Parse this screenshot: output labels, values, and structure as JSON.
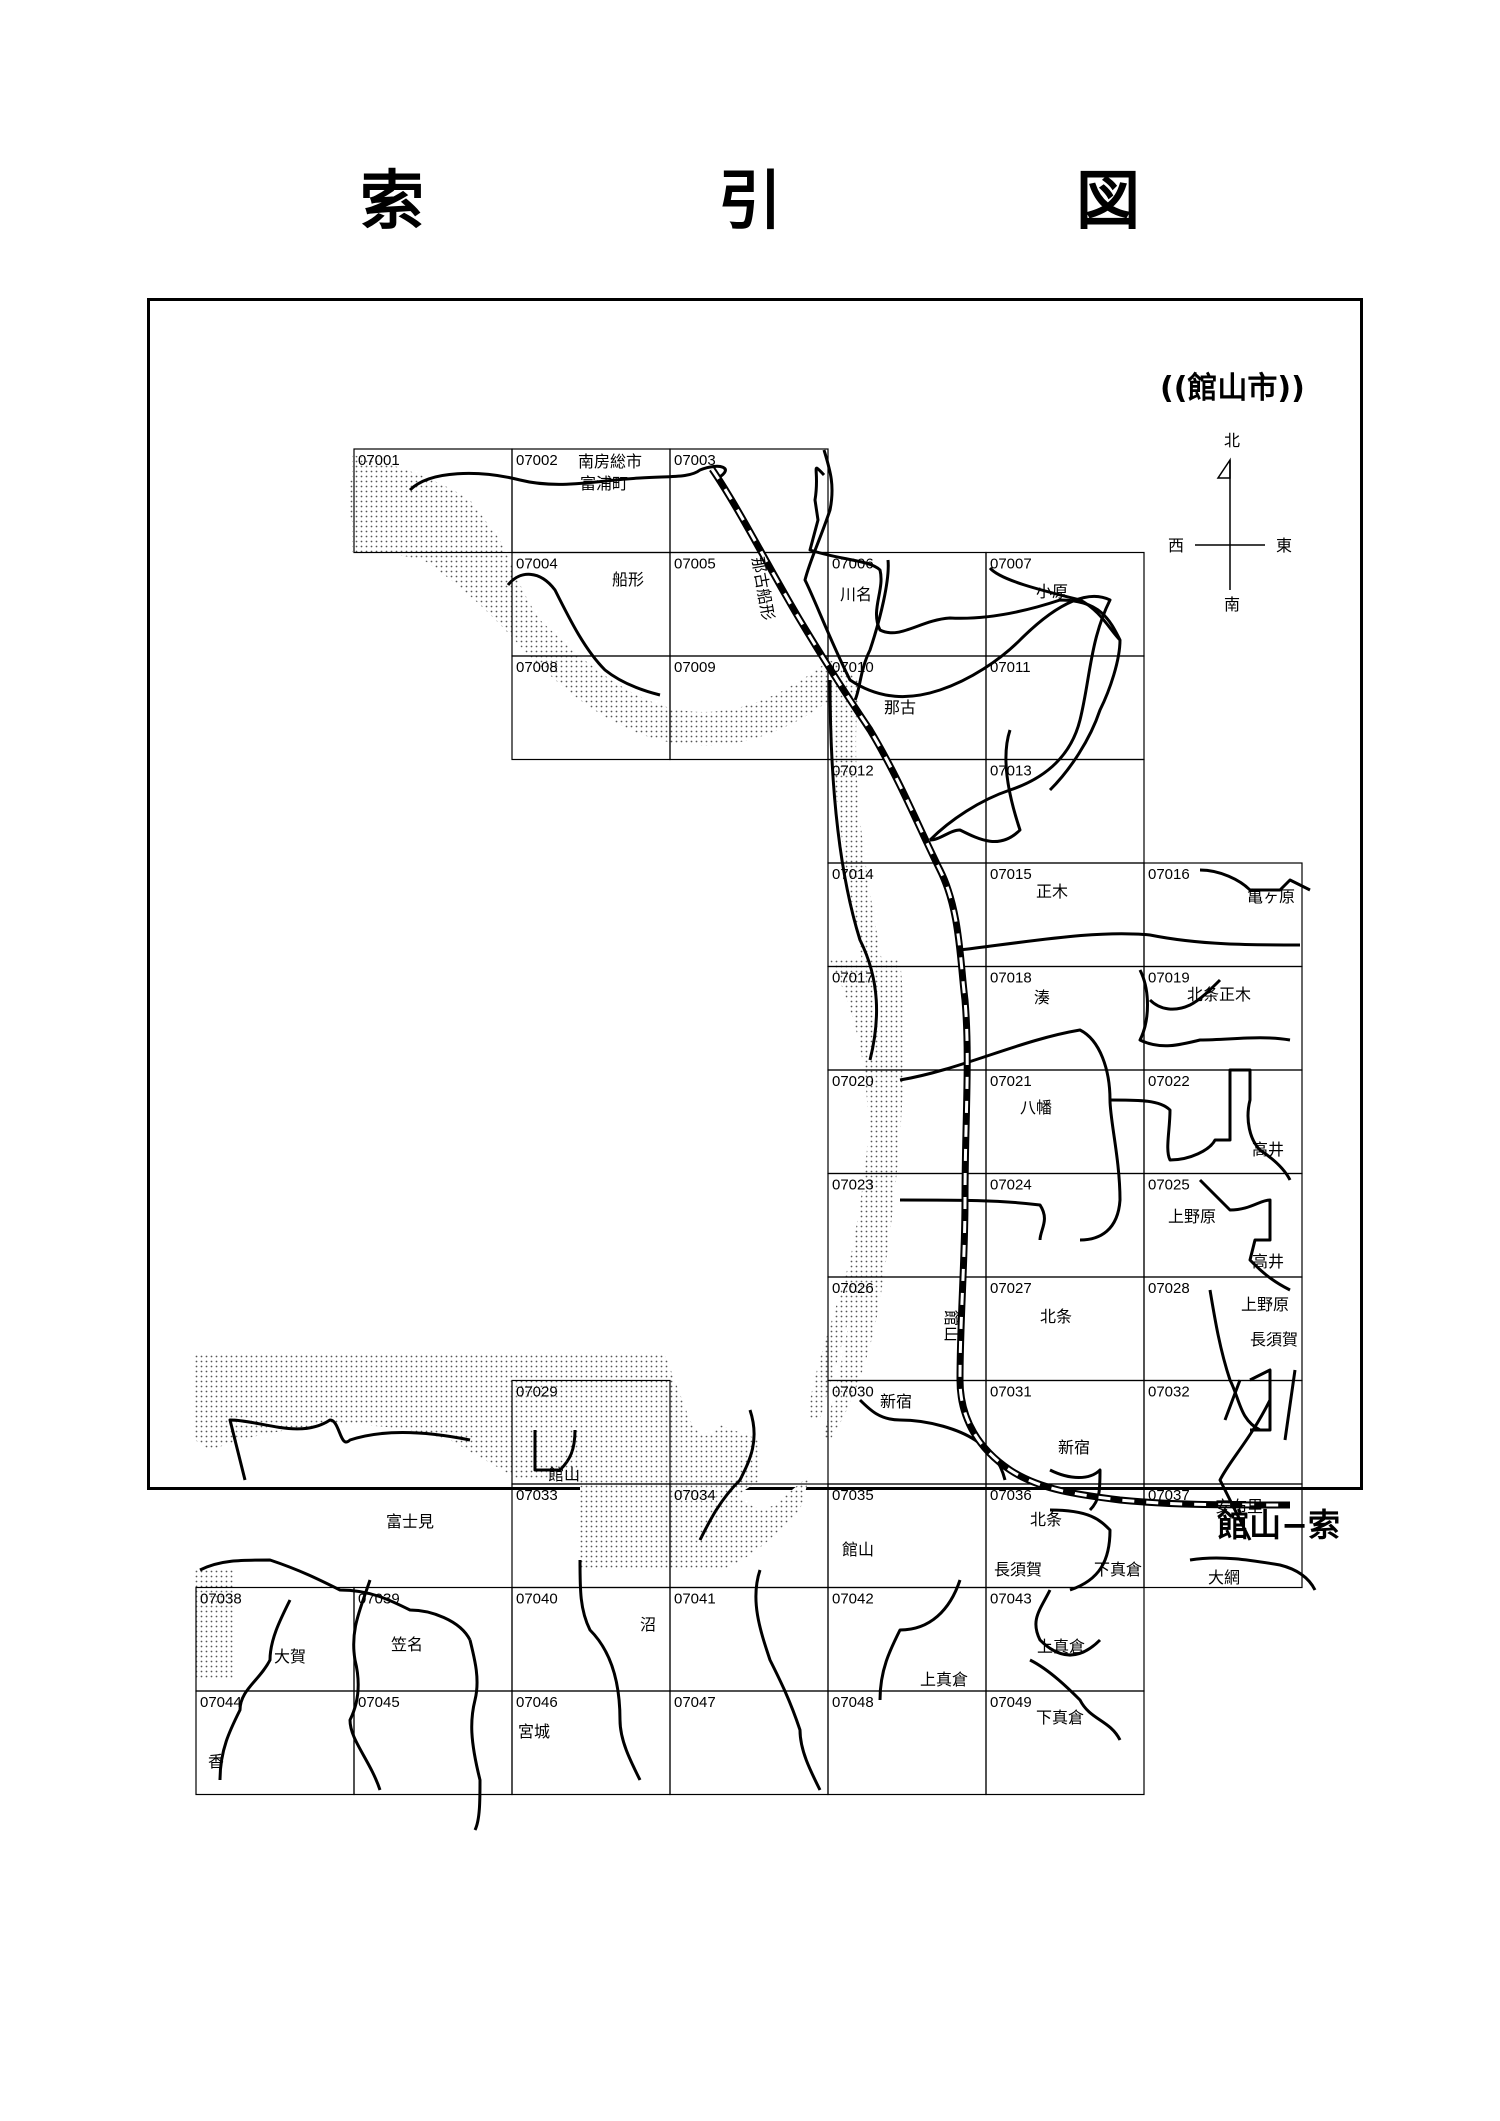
{
  "title": "索　引　図",
  "city_label": "((館山市))",
  "footer": "館山−索",
  "compass": {
    "north": "北",
    "south": "南",
    "east": "東",
    "west": "西"
  },
  "tiles": [
    {
      "code": "07001",
      "row": 0,
      "col": 1
    },
    {
      "code": "07002",
      "row": 0,
      "col": 2
    },
    {
      "code": "07003",
      "row": 0,
      "col": 3
    },
    {
      "code": "07004",
      "row": 1,
      "col": 2
    },
    {
      "code": "07005",
      "row": 1,
      "col": 3
    },
    {
      "code": "07006",
      "row": 1,
      "col": 4
    },
    {
      "code": "07007",
      "row": 1,
      "col": 5
    },
    {
      "code": "07008",
      "row": 2,
      "col": 2
    },
    {
      "code": "07009",
      "row": 2,
      "col": 3
    },
    {
      "code": "07010",
      "row": 2,
      "col": 4
    },
    {
      "code": "07011",
      "row": 2,
      "col": 5
    },
    {
      "code": "07012",
      "row": 3,
      "col": 4
    },
    {
      "code": "07013",
      "row": 3,
      "col": 5
    },
    {
      "code": "07014",
      "row": 4,
      "col": 4
    },
    {
      "code": "07015",
      "row": 4,
      "col": 5
    },
    {
      "code": "07016",
      "row": 4,
      "col": 6
    },
    {
      "code": "07017",
      "row": 5,
      "col": 4
    },
    {
      "code": "07018",
      "row": 5,
      "col": 5
    },
    {
      "code": "07019",
      "row": 5,
      "col": 6
    },
    {
      "code": "07020",
      "row": 6,
      "col": 4
    },
    {
      "code": "07021",
      "row": 6,
      "col": 5
    },
    {
      "code": "07022",
      "row": 6,
      "col": 6
    },
    {
      "code": "07023",
      "row": 7,
      "col": 4
    },
    {
      "code": "07024",
      "row": 7,
      "col": 5
    },
    {
      "code": "07025",
      "row": 7,
      "col": 6
    },
    {
      "code": "07026",
      "row": 8,
      "col": 4
    },
    {
      "code": "07027",
      "row": 8,
      "col": 5
    },
    {
      "code": "07028",
      "row": 8,
      "col": 6
    },
    {
      "code": "07029",
      "row": 9,
      "col": 2
    },
    {
      "code": "07030",
      "row": 9,
      "col": 4
    },
    {
      "code": "07031",
      "row": 9,
      "col": 5
    },
    {
      "code": "07032",
      "row": 9,
      "col": 6
    },
    {
      "code": "07033",
      "row": 10,
      "col": 2
    },
    {
      "code": "07034",
      "row": 10,
      "col": 3
    },
    {
      "code": "07035",
      "row": 10,
      "col": 4
    },
    {
      "code": "07036",
      "row": 10,
      "col": 5
    },
    {
      "code": "07037",
      "row": 10,
      "col": 6
    },
    {
      "code": "07038",
      "row": 11,
      "col": 0
    },
    {
      "code": "07039",
      "row": 11,
      "col": 1
    },
    {
      "code": "07040",
      "row": 11,
      "col": 2
    },
    {
      "code": "07041",
      "row": 11,
      "col": 3
    },
    {
      "code": "07042",
      "row": 11,
      "col": 4
    },
    {
      "code": "07043",
      "row": 11,
      "col": 5
    },
    {
      "code": "07044",
      "row": 12,
      "col": 0
    },
    {
      "code": "07045",
      "row": 12,
      "col": 1
    },
    {
      "code": "07046",
      "row": 12,
      "col": 2
    },
    {
      "code": "07047",
      "row": 12,
      "col": 3
    },
    {
      "code": "07048",
      "row": 12,
      "col": 4
    },
    {
      "code": "07049",
      "row": 12,
      "col": 5
    }
  ],
  "places": {
    "minamiboso": "南房総市",
    "tomiura": "富浦町",
    "funagata": "船形",
    "kawana": "川名",
    "ohara": "小原",
    "nako": "那古",
    "masaki": "正木",
    "kamegahara": "亀ヶ原",
    "minato": "湊",
    "hojo_masaki": "北条正木",
    "hachiman": "八幡",
    "takai_a": "高井",
    "uenohara_a": "上野原",
    "takai_b": "高井",
    "hojo_a": "北条",
    "uenohara_b": "上野原",
    "nagasuka_a": "長須賀",
    "shinjuku_a": "新宿",
    "shinjuku_b": "新宿",
    "tateyama_a": "館山",
    "fujimi": "富士見",
    "tateyama_b": "館山",
    "hojo_b": "北条",
    "nagasuka_b": "長須賀",
    "shimosanakura_a": "下真倉",
    "abura": "安布里",
    "oami": "大網",
    "numa": "沼",
    "kamisanakura_a": "上真倉",
    "kamisanakura_b": "上真倉",
    "oga": "大賀",
    "kasana": "笠名",
    "miyagi": "宮城",
    "kou": "香",
    "shimosanakura_b": "下真倉"
  },
  "stations": {
    "nakofunagata": "那古船形",
    "tateyama": "館山"
  }
}
